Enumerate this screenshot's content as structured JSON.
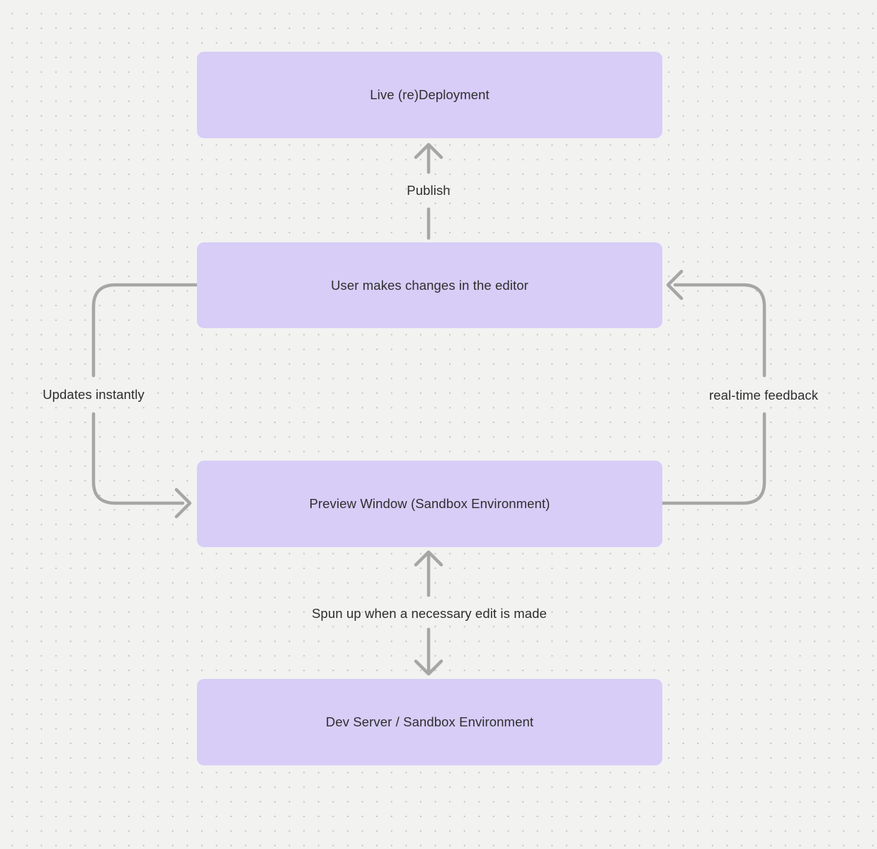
{
  "canvas": {
    "background_color": "#f2f2f1",
    "dot_color": "#c3c3c3",
    "node_fill_color": "#d7cdf7",
    "connector_color": "#a6a6a6",
    "text_color": "#2e2e2e"
  },
  "nodes": [
    {
      "id": "live-deployment",
      "label": "Live (re)Deployment"
    },
    {
      "id": "editor",
      "label": "User makes changes in the editor"
    },
    {
      "id": "preview-window",
      "label": "Preview Window (Sandbox Environment)"
    },
    {
      "id": "dev-server",
      "label": "Dev Server / Sandbox Environment"
    }
  ],
  "edges": [
    {
      "id": "publish",
      "label": "Publish",
      "from": "editor",
      "to": "live-deployment",
      "direction": "up"
    },
    {
      "id": "updates-instantly",
      "label": "Updates instantly",
      "from": "editor",
      "to": "preview-window",
      "direction": "left-down"
    },
    {
      "id": "real-time-feedback",
      "label": "real-time feedback",
      "from": "preview-window",
      "to": "editor",
      "direction": "right-up"
    },
    {
      "id": "spun-up",
      "label": "Spun up when a necessary edit is made",
      "from": "dev-server",
      "to": "preview-window",
      "direction": "bidirectional"
    }
  ]
}
